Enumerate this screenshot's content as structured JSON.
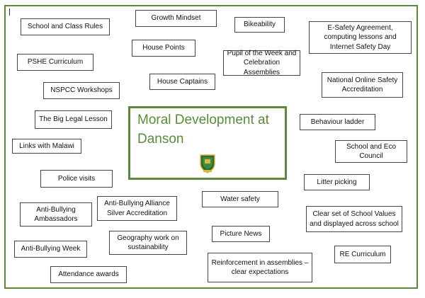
{
  "center": {
    "title": "Moral Development at Danson"
  },
  "colors": {
    "frame_green": "#5a8a3a",
    "crest_green": "#2e6a2e",
    "crest_gold": "#d8b840"
  },
  "icons": {
    "crest": "school-crest-icon"
  },
  "items": [
    "School and Class Rules",
    "Growth Mindset",
    "Bikeability",
    "E-Safety Agreement, computing lessons and Internet Safety Day",
    "House Points",
    "PSHE Curriculum",
    "Pupil of the Week and Celebration Assemblies",
    "House Captains",
    "National Online Safety Accreditation",
    "NSPCC Workshops",
    "The Big Legal Lesson",
    "Behaviour ladder",
    "Links with Malawi",
    "School and Eco Council",
    "Police visits",
    "Litter picking",
    "Anti-Bullying Alliance Silver Accreditation",
    "Water safety",
    "Anti-Bullying Ambassadors",
    "Clear set of School Values and displayed across school",
    "Geography work on sustainability",
    "Picture News",
    "Anti-Bullying Week",
    "RE Curriculum",
    "Reinforcement in assemblies – clear expectations",
    "Attendance awards"
  ]
}
